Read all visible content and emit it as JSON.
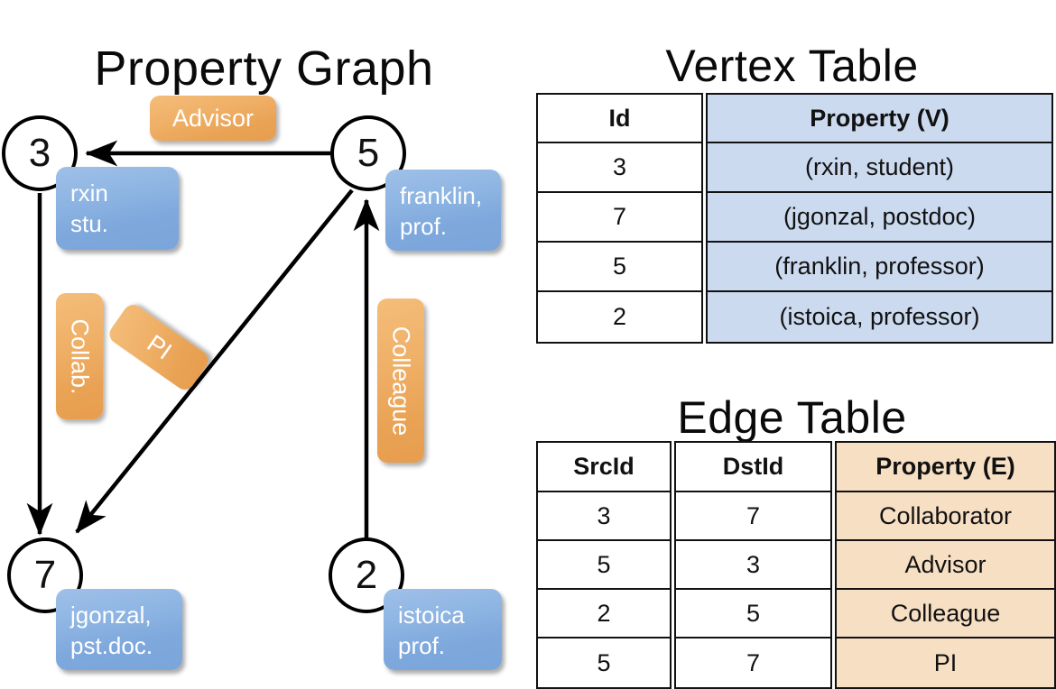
{
  "titles": {
    "property_graph": "Property Graph",
    "vertex_table": "Vertex Table",
    "edge_table": "Edge Table"
  },
  "graph": {
    "nodes": [
      {
        "id": "3",
        "label": "3",
        "prop_line1": "rxin",
        "prop_line2": "stu."
      },
      {
        "id": "5",
        "label": "5",
        "prop_line1": "franklin,",
        "prop_line2": "prof."
      },
      {
        "id": "7",
        "label": "7",
        "prop_line1": "jgonzal,",
        "prop_line2": "pst.doc."
      },
      {
        "id": "2",
        "label": "2",
        "prop_line1": "istoica",
        "prop_line2": "prof."
      }
    ],
    "edge_labels": [
      {
        "name": "advisor",
        "text": "Advisor"
      },
      {
        "name": "collab",
        "text": "Collab."
      },
      {
        "name": "pi",
        "text": "PI"
      },
      {
        "name": "colleague",
        "text": "Colleague"
      }
    ]
  },
  "vertex_table": {
    "headers": [
      "Id",
      "Property (V)"
    ],
    "rows": [
      {
        "id": "3",
        "property": "(rxin, student)"
      },
      {
        "id": "7",
        "property": "(jgonzal, postdoc)"
      },
      {
        "id": "5",
        "property": "(franklin, professor)"
      },
      {
        "id": "2",
        "property": "(istoica, professor)"
      }
    ]
  },
  "edge_table": {
    "headers": [
      "SrcId",
      "DstId",
      "Property (E)"
    ],
    "rows": [
      {
        "src": "3",
        "dst": "7",
        "property": "Collaborator"
      },
      {
        "src": "5",
        "dst": "3",
        "property": "Advisor"
      },
      {
        "src": "2",
        "dst": "5",
        "property": "Colleague"
      },
      {
        "src": "5",
        "dst": "7",
        "property": "PI"
      }
    ]
  },
  "colors": {
    "vertex_property_fill": "#ccdaf0",
    "edge_property_fill": "#f7dfc4",
    "node_box_blue": "#8db4e2",
    "edge_label_orange": "#efb067",
    "stroke": "#111111"
  }
}
